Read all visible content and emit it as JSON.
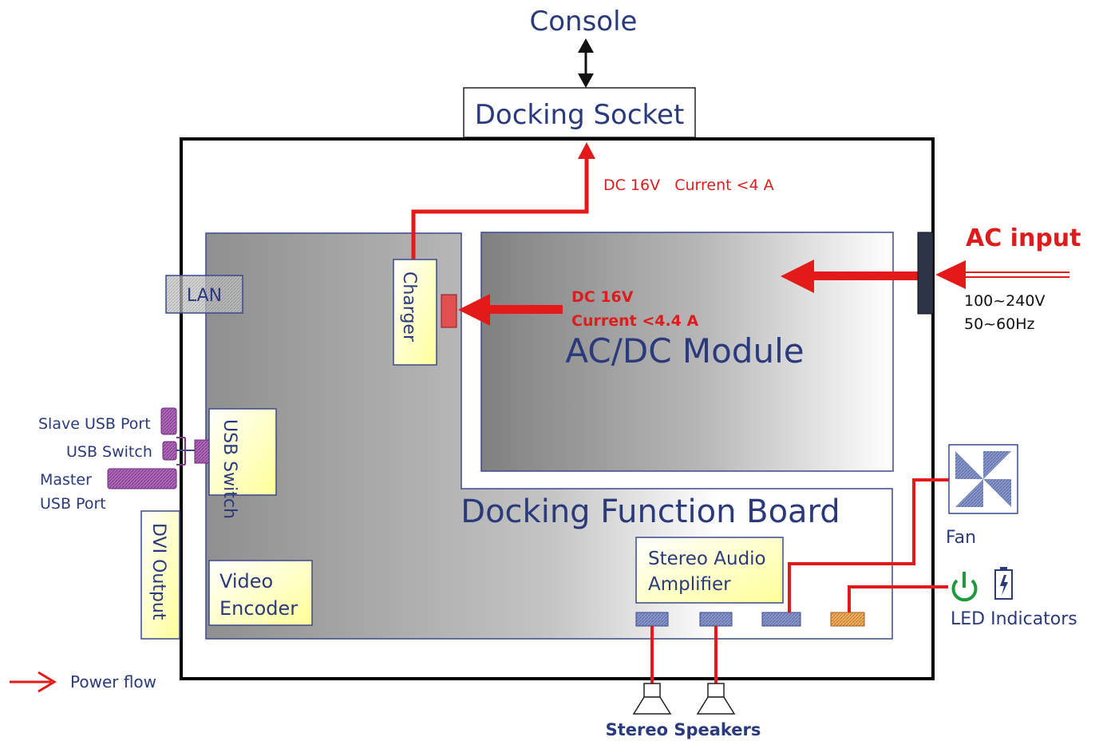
{
  "labels": {
    "console": "Console",
    "docking_socket": "Docking Socket",
    "dc_top": "DC 16V   Current <4 A",
    "ac_input": "AC input",
    "ac_voltage": "100~240V",
    "ac_freq": "50~60Hz",
    "lan": "LAN",
    "charger": "Charger",
    "dc_mid_1": "DC 16V",
    "dc_mid_2": "Current <4.4 A",
    "acdc_module": "AC/DC Module",
    "slave_usb": "Slave USB Port",
    "usb_switch_side": "USB Switch",
    "master_1": "Master",
    "master_2": "USB Port",
    "usb_switch_box": "USB Switch",
    "dvi_output": "DVI Output",
    "docking_board": "Docking Function Board",
    "stereo_amp_1": "Stereo Audio",
    "stereo_amp_2": "Amplifier",
    "video_enc_1": "Video",
    "video_enc_2": "Encoder",
    "fan": "Fan",
    "led_indicators": "LED Indicators",
    "power_flow": "Power flow",
    "stereo_speakers": "Stereo Speakers"
  },
  "icons": [
    "fan-icon",
    "power-icon",
    "battery-icon",
    "speaker-icon"
  ],
  "colors": {
    "power_flow": "#e41a1a",
    "label_blue": "#2a3a7a",
    "box_yellow": "#ffffc8",
    "module_gray": "#8a8a8a"
  }
}
